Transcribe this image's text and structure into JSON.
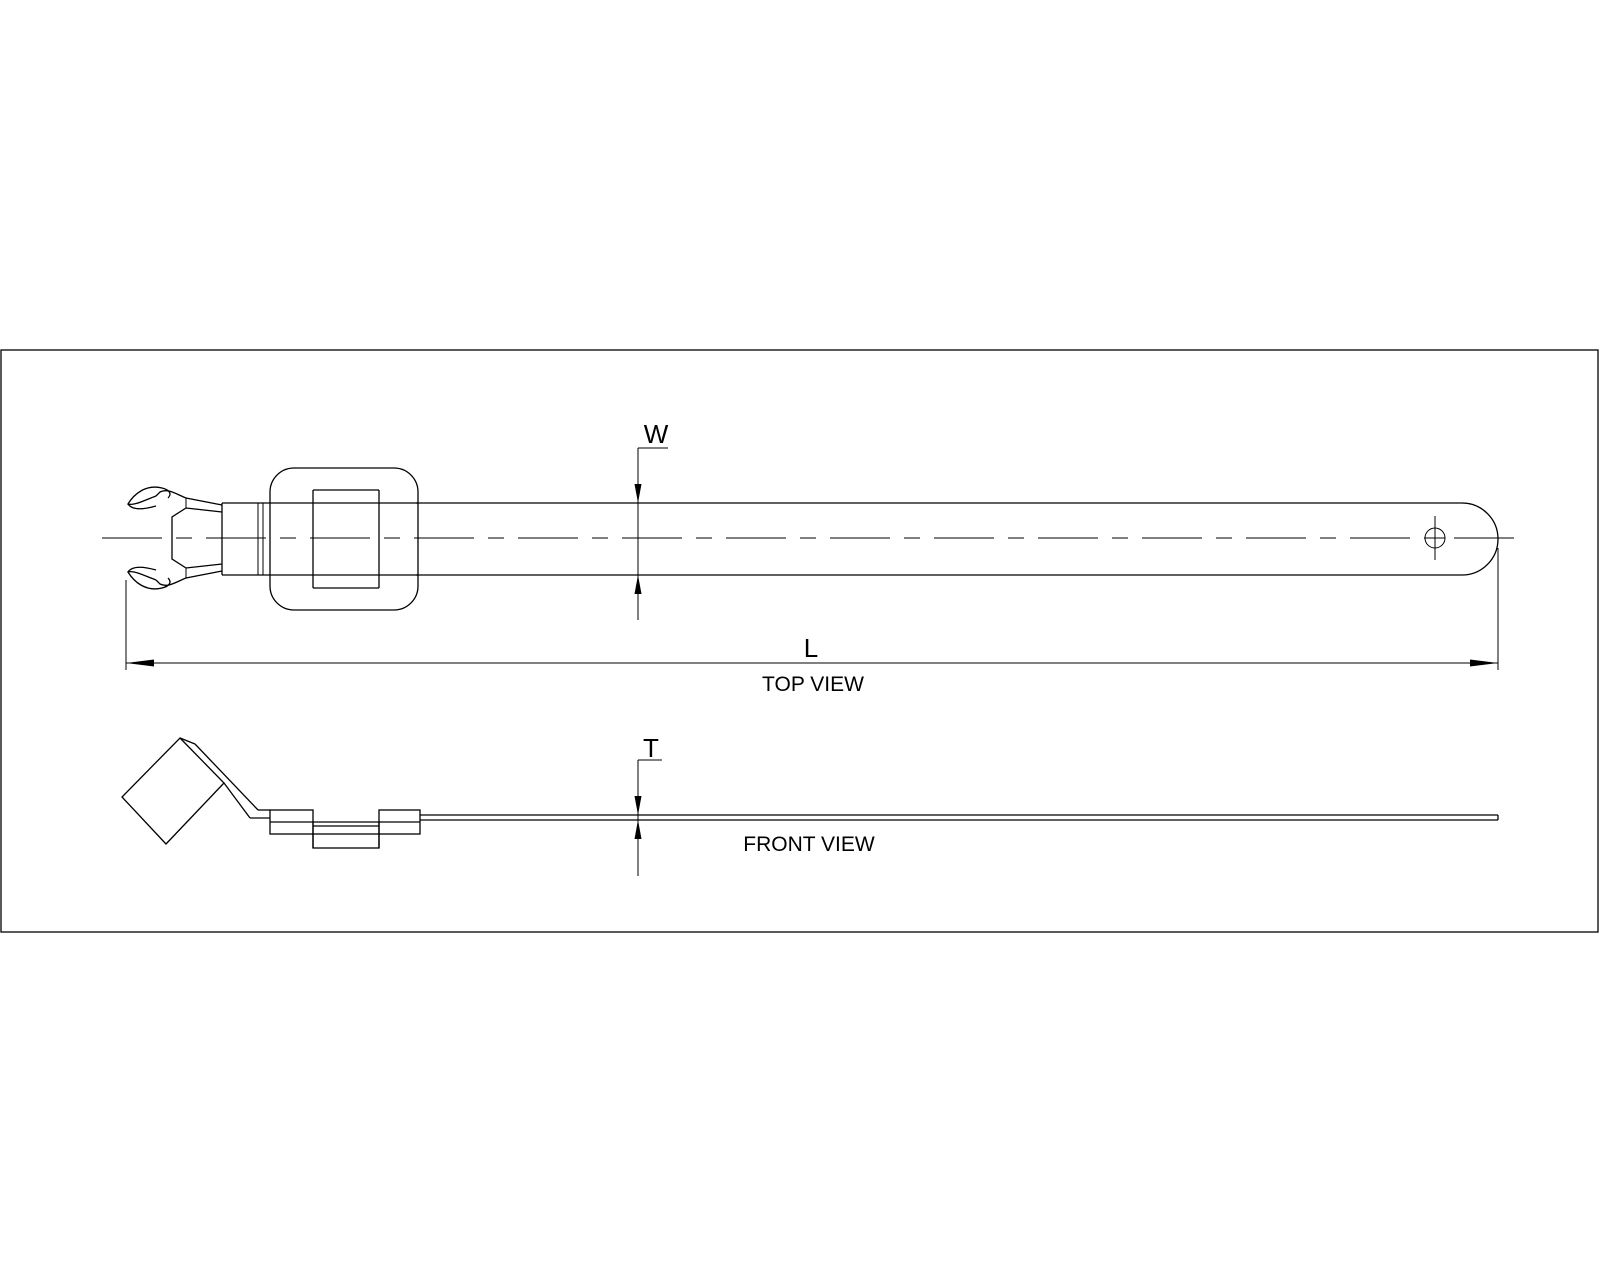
{
  "labels": {
    "width": "W",
    "length": "L",
    "thickness": "T",
    "top_view": "TOP VIEW",
    "front_view": "FRONT VIEW"
  }
}
